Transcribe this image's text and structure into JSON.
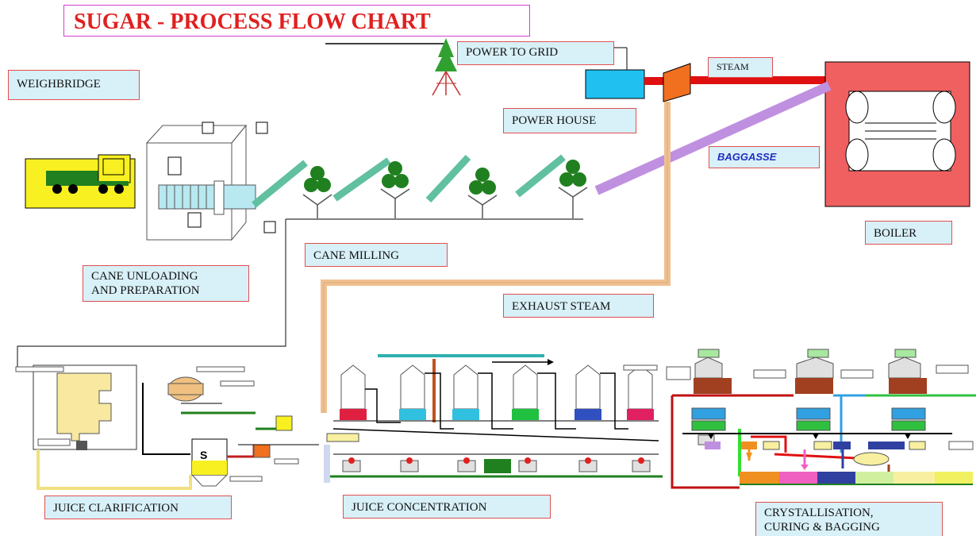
{
  "title": "SUGAR - PROCESS FLOW CHART",
  "labels": {
    "power_to_grid": "POWER TO GRID",
    "steam": "STEAM",
    "weighbridge": "WEIGHBRIDGE",
    "power_house": "POWER HOUSE",
    "baggasse": "BAGGASSE",
    "boiler": "BOILER",
    "cane_milling": "CANE MILLING",
    "cane_unloading_line1": "CANE  UNLOADING",
    "cane_unloading_line2": "AND PREPARATION",
    "exhaust_steam": "EXHAUST STEAM",
    "juice_clarification": "JUICE CLARIFICATION",
    "juice_concentration": "JUICE CONCENTRATION",
    "crystallisation_line1": "CRYSTALLISATION,",
    "crystallisation_line2": "CURING & BAGGING",
    "settler_letter": "S"
  },
  "colors": {
    "title_text": "#e02020",
    "title_border": "#d040d0",
    "label_fill": "#d8f0f8",
    "label_border": "#e05050",
    "steam_line": "#e01010",
    "baggasse_line": "#c090e0",
    "exhaust_pipe": "#f0c090",
    "boiler_fill": "#f06060",
    "truck_bg": "#f8f020",
    "generator": "#20c0f0",
    "turbine": "#f07020",
    "tower": "#30a030"
  }
}
